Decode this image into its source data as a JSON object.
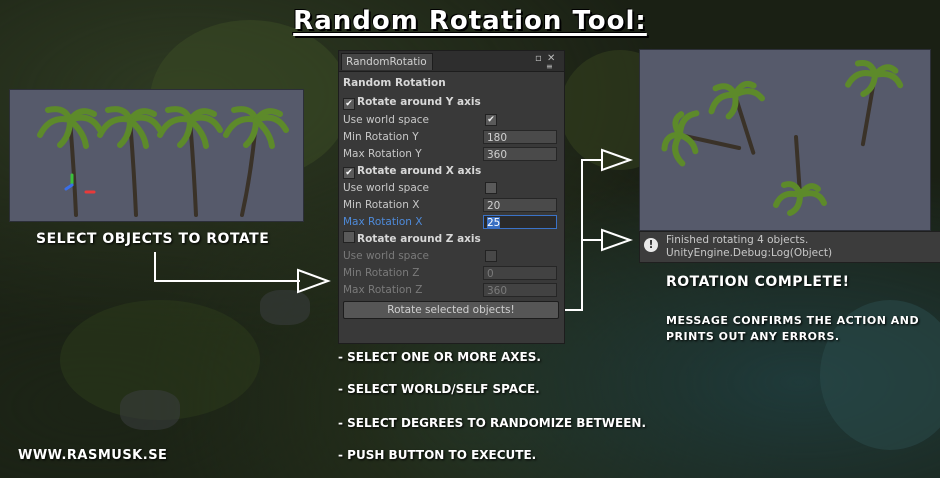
{
  "title": "Random Rotation Tool:",
  "left_caption": "Select objects to rotate",
  "right_caption": "Rotation complete!",
  "right_desc_line1": "Message confirms the action and",
  "right_desc_line2": "prints out any errors.",
  "website": "www.rasmusk.se",
  "steps": [
    "- Select one or more axes.",
    "- Select world/self space.",
    "- Select degrees to randomize between.",
    "- Push button to execute."
  ],
  "window": {
    "tab_label": "RandomRotatio",
    "heading": "Random Rotation",
    "y_axis": {
      "label": "Rotate around Y axis",
      "checked": "✔",
      "world_label": "Use world space",
      "world_checked": "✔",
      "min_label": "Min Rotation Y",
      "min_value": "180",
      "max_label": "Max Rotation Y",
      "max_value": "360"
    },
    "x_axis": {
      "label": "Rotate around X axis",
      "checked": "✔",
      "world_label": "Use world space",
      "world_checked": "",
      "min_label": "Min Rotation X",
      "min_value": "20",
      "max_label": "Max Rotation X",
      "max_value": "25"
    },
    "z_axis": {
      "label": "Rotate around Z axis",
      "checked": "",
      "world_label": "Use world space",
      "world_checked": "",
      "min_label": "Min Rotation Z",
      "min_value": "0",
      "max_label": "Max Rotation Z",
      "max_value": "360"
    },
    "button_label": "Rotate selected objects!"
  },
  "console": {
    "icon": "!",
    "line1": "Finished rotating 4 objects.",
    "line2": "UnityEngine.Debug:Log(Object)"
  },
  "colors": {
    "accent_selected": "#4e8ad9",
    "panel_bg": "#565a6b",
    "window_bg": "#393939"
  }
}
